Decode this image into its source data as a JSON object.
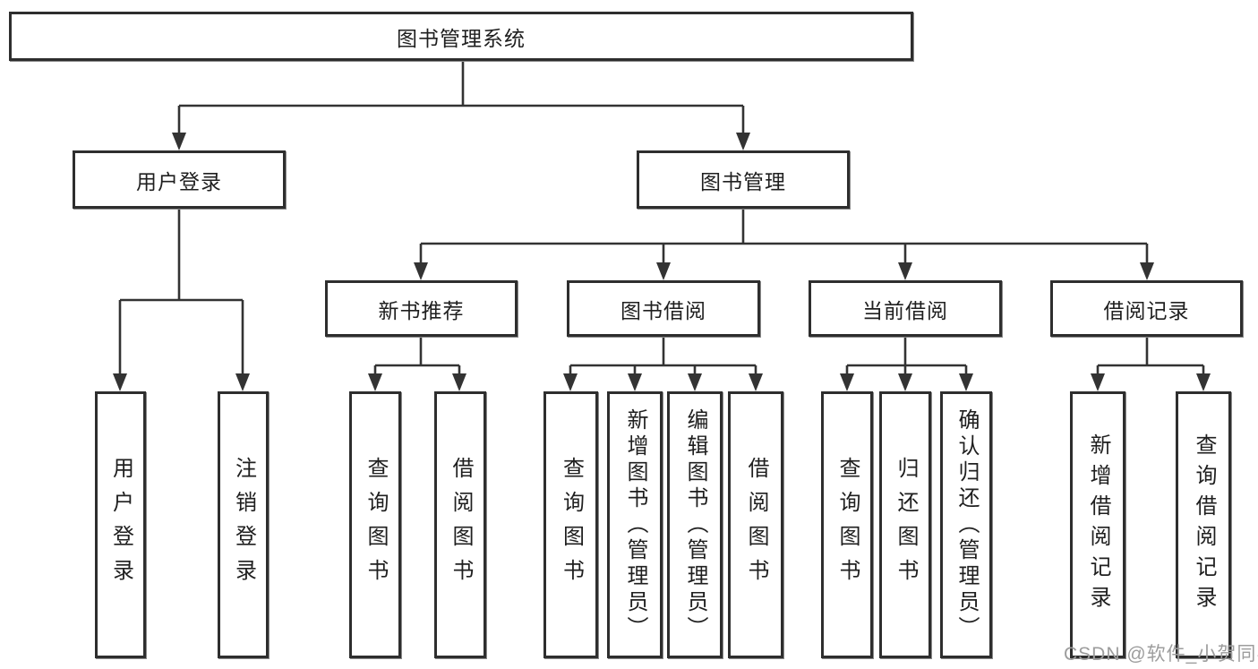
{
  "tree": {
    "label": "图书管理系统",
    "children": [
      {
        "label": "用户登录",
        "children": [
          {
            "label": "用户登录"
          },
          {
            "label": "注销登录"
          }
        ]
      },
      {
        "label": "图书管理",
        "children": [
          {
            "label": "新书推荐",
            "children": [
              {
                "label": "查询图书"
              },
              {
                "label": "借阅图书"
              }
            ]
          },
          {
            "label": "图书借阅",
            "children": [
              {
                "label": "查询图书"
              },
              {
                "label": "新增图书（管理员）"
              },
              {
                "label": "编辑图书（管理员）"
              },
              {
                "label": "借阅图书"
              }
            ]
          },
          {
            "label": "当前借阅",
            "children": [
              {
                "label": "查询图书"
              },
              {
                "label": "归还图书"
              },
              {
                "label": "确认归还（管理员）"
              }
            ]
          },
          {
            "label": "借阅记录",
            "children": [
              {
                "label": "新增借阅记录"
              },
              {
                "label": "查询借阅记录"
              }
            ]
          }
        ]
      }
    ]
  },
  "watermark": {
    "text": "CSDN @软件_小贺同学"
  },
  "colors": {
    "line": "#333333",
    "box_border": "#2e2e2e",
    "box_fill": "#ffffff",
    "text": "#1f1f1f",
    "watermark": "#9d9d9d",
    "background": "#ffffff"
  }
}
